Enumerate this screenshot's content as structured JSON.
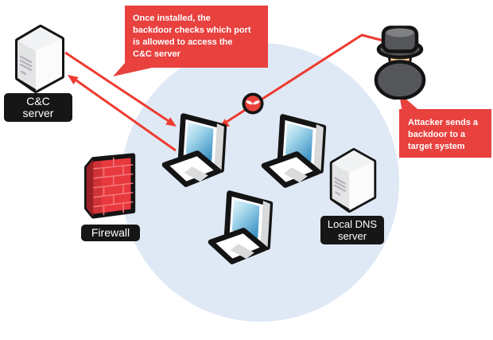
{
  "callouts": {
    "check": {
      "lines": [
        "Once installed, the",
        "backdoor checks which port",
        "is allowed to access the",
        "C&C server"
      ]
    },
    "send": {
      "lines": [
        "Attacker sends a",
        "backdoor to a",
        "target system"
      ]
    }
  },
  "labels": {
    "cnc": {
      "lines": [
        "C&C",
        "server"
      ]
    },
    "firewall": {
      "text": "Firewall"
    },
    "dns": {
      "lines": [
        "Local DNS",
        "server"
      ]
    }
  },
  "icons": {
    "cnc_server": "server-tower-icon",
    "dns_server": "server-tower-icon",
    "firewall": "brick-wall-icon",
    "target_computer": "desktop-computer-icon",
    "lan_computer": "desktop-computer-icon",
    "lan_computer_2": "desktop-computer-icon",
    "attacker": "spy-icon",
    "malware": "backdoor-malware-icon"
  },
  "colors": {
    "callout_red": "#e8413e",
    "arrow_red": "#ee3b31",
    "network_circle_blue": "#dfe9f5",
    "label_black": "#161616",
    "firewall_red": "#e8393e",
    "screen_blue": "#3f93c4",
    "attacker_gray": "#55565a",
    "face_tan": "#f0c190"
  }
}
